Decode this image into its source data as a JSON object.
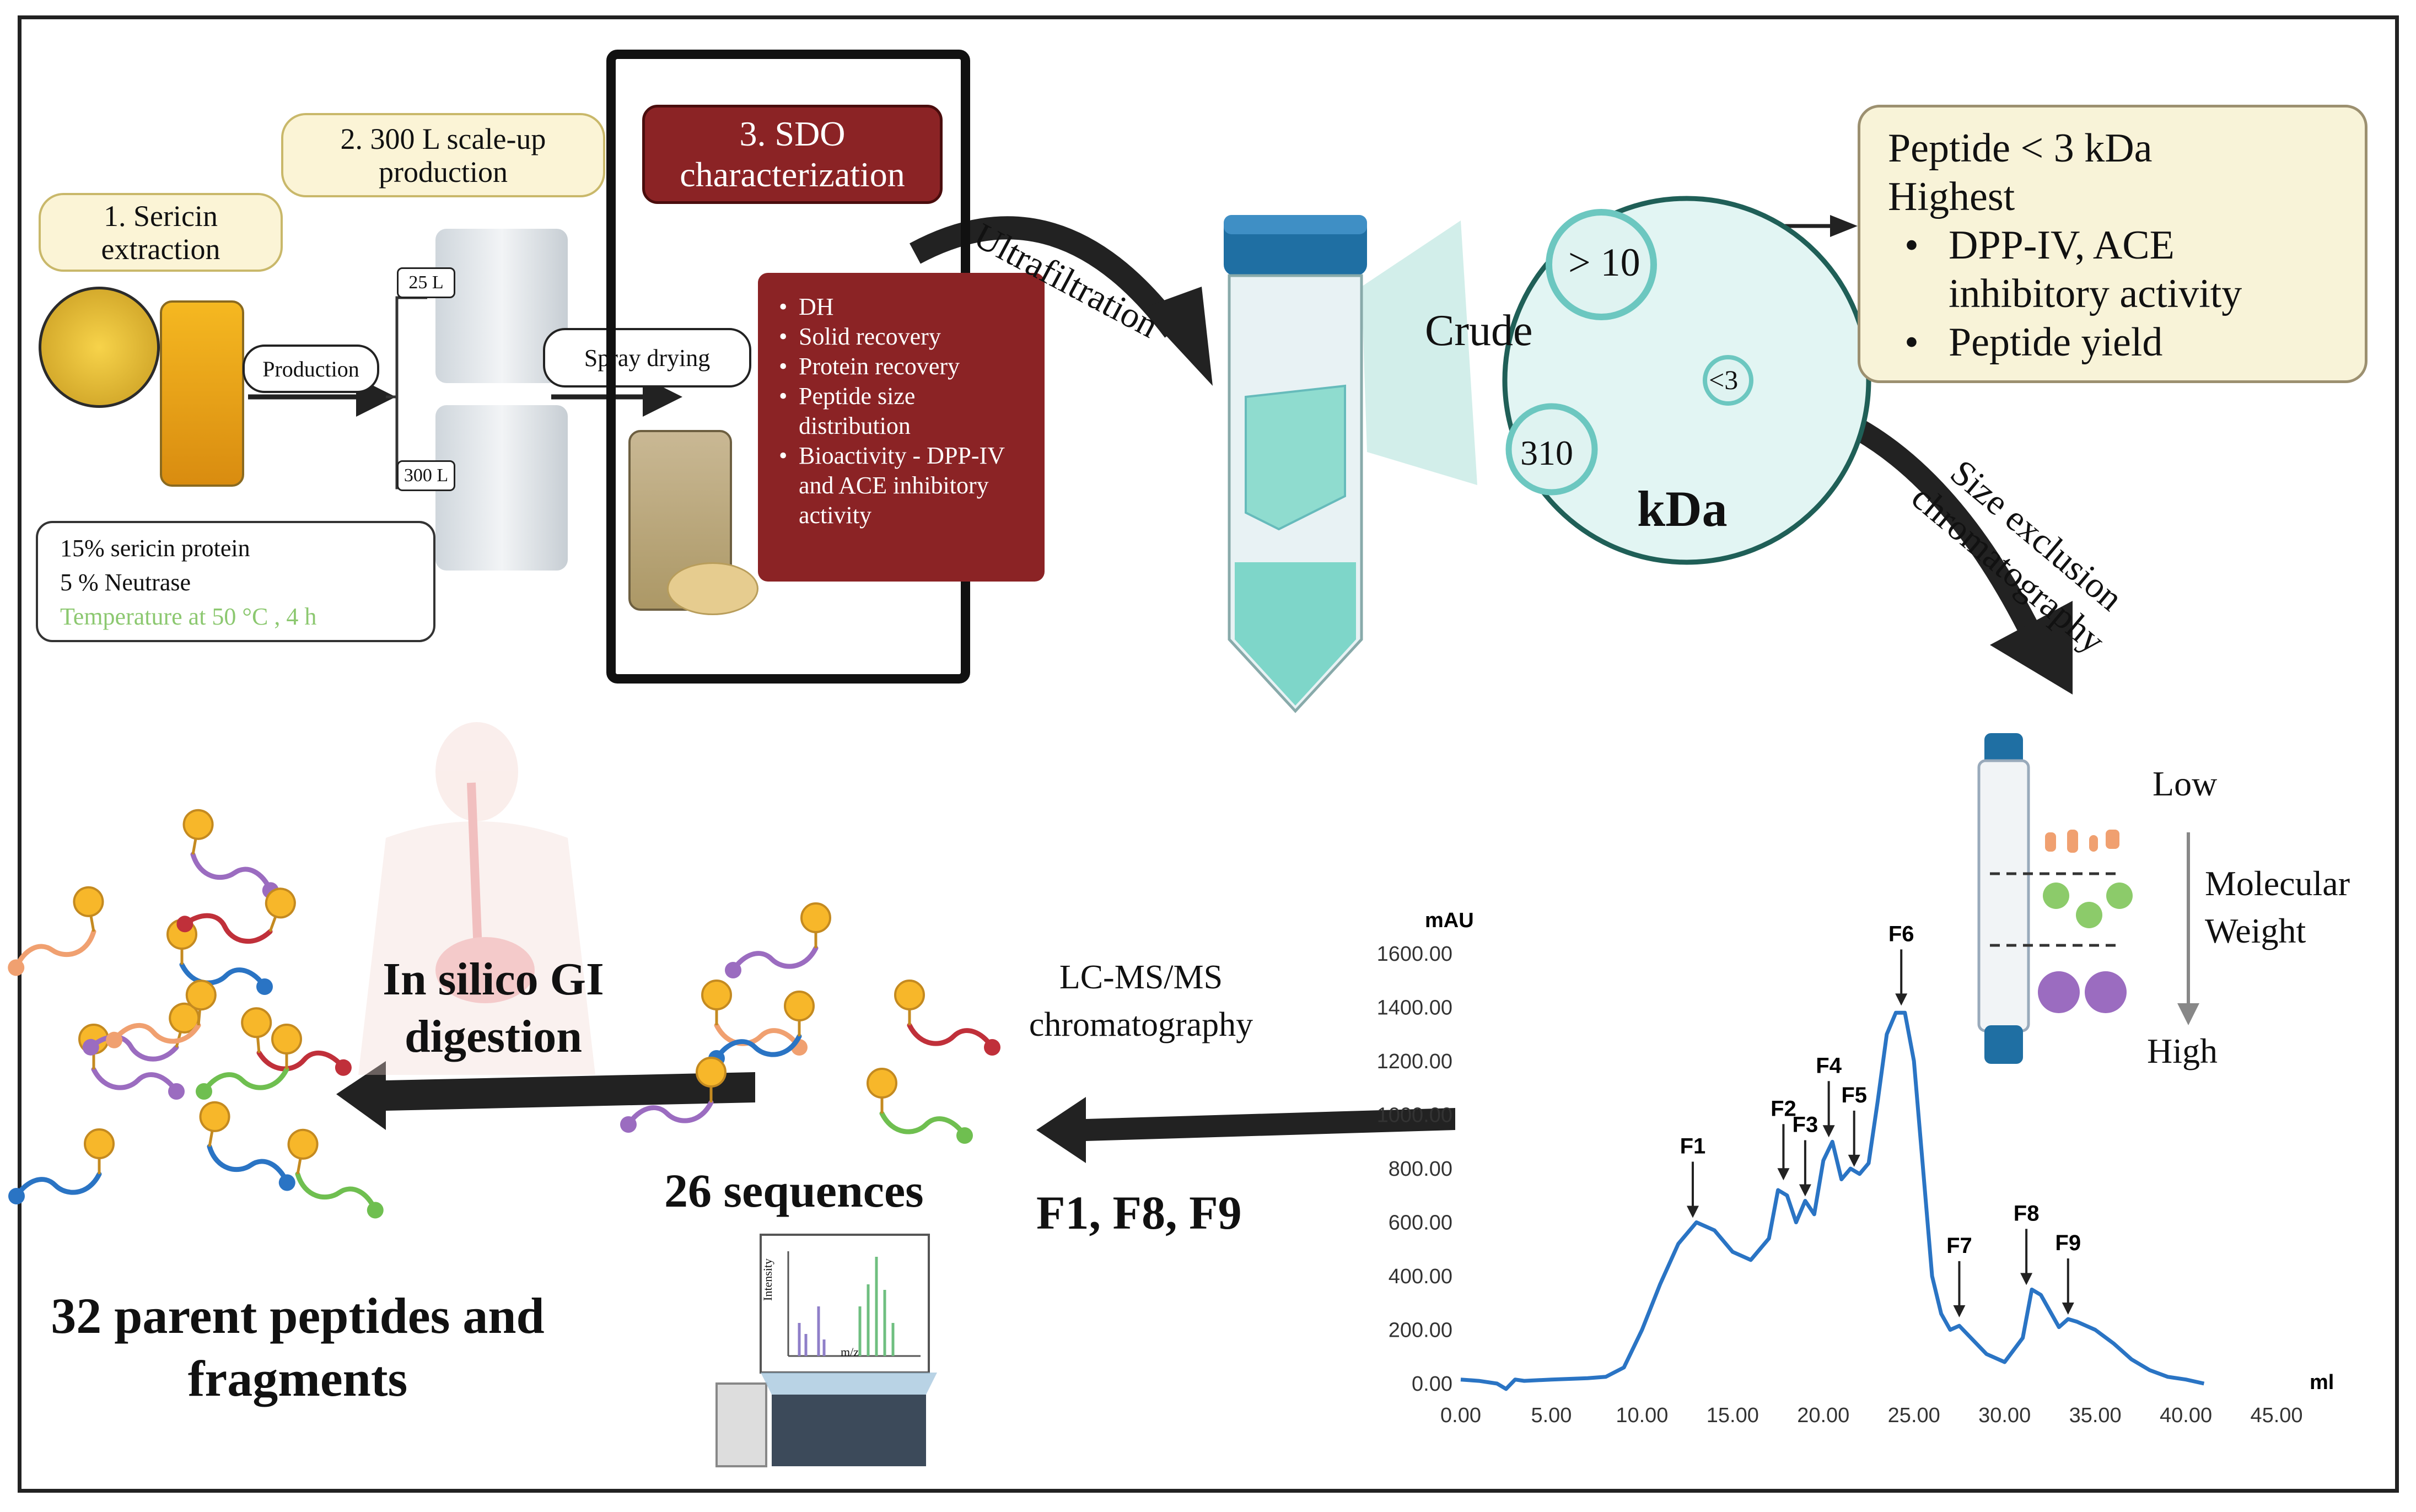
{
  "step1": {
    "label": "1. Sericin extraction"
  },
  "step2": {
    "label": "2. 300 L scale-up production"
  },
  "step3": {
    "label": "3. SDO characterization"
  },
  "arrows": {
    "production": "Production",
    "spray_drying": "Spray drying",
    "ultrafiltration": "Ultrafiltration",
    "size_exclusion": "Size exclusion chromatography",
    "lcms": "LC-MS/MS chromatography"
  },
  "reactors": {
    "small": "25 L",
    "large": "300 L"
  },
  "conditions": {
    "line1": "15% sericin protein",
    "line2": "5 % Neutrase",
    "line3": "Temperature at 50 °C , 4 h",
    "line3_color": "#8cc870"
  },
  "sdo_items": [
    "DH",
    "Solid recovery",
    "Protein recovery",
    "Peptide size distribution",
    "Bioactivity - DPP-IV and ACE inhibitory activity"
  ],
  "membrane": {
    "crude": "Crude",
    "large": "> 10",
    "medium": "310",
    "small": "<3",
    "unit": "kDa"
  },
  "result": {
    "line1": "Peptide < 3 kDa",
    "line2": "Highest",
    "bullets": [
      "DPP-IV, ACE inhibitory activity",
      "Peptide yield"
    ]
  },
  "column": {
    "low": "Low",
    "mw": "Molecular Weight",
    "high": "High"
  },
  "fractions": "F1, F8, F9",
  "sequences": "26 sequences",
  "gi": "In silico GI digestion",
  "parents": "32 parent peptides and fragments",
  "ms_plot": {
    "xlabel": "m/z",
    "ylabel": "Intensity"
  },
  "colors": {
    "sdo_red": "#8b2325",
    "pill_fill": "#fbf4d6",
    "teal": "#6fd0c4",
    "trace_blue": "#2a74c4",
    "result_fill": "#f8f3d8"
  },
  "chart_data": {
    "type": "line",
    "ylabel": "mAU",
    "xlabel": "ml",
    "xlim": [
      0,
      45
    ],
    "ylim": [
      0,
      1600
    ],
    "xticks": [
      "0.00",
      "5.00",
      "10.00",
      "15.00",
      "20.00",
      "25.00",
      "30.00",
      "35.00",
      "40.00",
      "45.00"
    ],
    "yticks": [
      "0.00",
      "200.00",
      "400.00",
      "600.00",
      "800.00",
      "1000.00",
      "1200.00",
      "1400.00",
      "1600.00"
    ],
    "series": [
      {
        "x": [
          0,
          1,
          2,
          2.5,
          3,
          3.5,
          5,
          7,
          8,
          9,
          10,
          11,
          12,
          13,
          14,
          15,
          16,
          17,
          17.5,
          18,
          18.5,
          19,
          19.5,
          20,
          20.5,
          21,
          21.5,
          22,
          22.5,
          23,
          23.5,
          24,
          24.5,
          25,
          25.5,
          26,
          26.5,
          27,
          27.5,
          28,
          29,
          30,
          31,
          31.5,
          32,
          33,
          33.5,
          34,
          35,
          36,
          37,
          38,
          39,
          40,
          41
        ],
        "y": [
          15,
          10,
          0,
          -20,
          15,
          10,
          15,
          20,
          25,
          60,
          200,
          370,
          520,
          600,
          570,
          490,
          460,
          540,
          720,
          700,
          600,
          680,
          630,
          830,
          900,
          760,
          800,
          780,
          820,
          1050,
          1300,
          1380,
          1380,
          1200,
          800,
          400,
          260,
          200,
          215,
          180,
          110,
          80,
          170,
          350,
          330,
          210,
          240,
          230,
          200,
          150,
          90,
          50,
          25,
          15,
          0
        ]
      }
    ],
    "annotations": [
      {
        "label": "F1",
        "x": 12.8,
        "y": 600
      },
      {
        "label": "F2",
        "x": 17.8,
        "y": 740
      },
      {
        "label": "F3",
        "x": 19.0,
        "y": 680
      },
      {
        "label": "F4",
        "x": 20.3,
        "y": 900
      },
      {
        "label": "F5",
        "x": 21.7,
        "y": 790
      },
      {
        "label": "F6",
        "x": 24.3,
        "y": 1390
      },
      {
        "label": "F7",
        "x": 27.5,
        "y": 230
      },
      {
        "label": "F8",
        "x": 31.2,
        "y": 350
      },
      {
        "label": "F9",
        "x": 33.5,
        "y": 240
      }
    ]
  }
}
